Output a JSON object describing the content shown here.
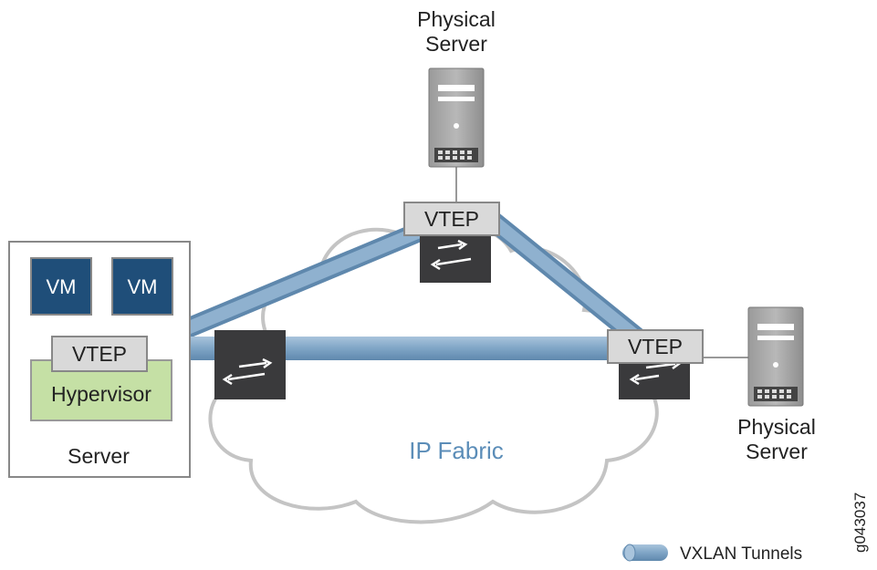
{
  "diagram": {
    "physical_server_top": {
      "line1": "Physical",
      "line2": "Server"
    },
    "physical_server_right": {
      "line1": "Physical",
      "line2": "Server"
    },
    "vtep_top": "VTEP",
    "vtep_left": "VTEP",
    "vtep_right": "VTEP",
    "vm_1": "VM",
    "vm_2": "VM",
    "hypervisor": "Hypervisor",
    "server": "Server",
    "cloud_label": "IP Fabric",
    "legend_label": "VXLAN Tunnels",
    "figure_id": "g043037"
  },
  "colors": {
    "tunnel": "#7da3c4",
    "vm_fill": "#1f4e79",
    "hypervisor_fill": "#c5e0a5",
    "vtep_fill": "#d9d9d9",
    "switch_fill": "#3a3a3c",
    "cloud_text": "#5b8db8",
    "cloud_stroke": "#c4c4c4"
  }
}
